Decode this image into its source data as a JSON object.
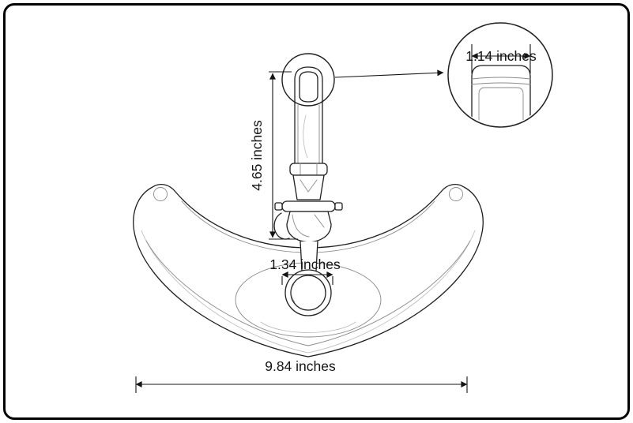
{
  "colors": {
    "background": "#ffffff",
    "frame_border": "#000000",
    "line_ink": "#1f1f1f",
    "dimension_ink": "#141414"
  },
  "labels": {
    "tip_width": "1.14 inches",
    "stem_height": "4.65 inches",
    "ring_diameter": "1.34 inches",
    "base_width": "9.84 inches"
  }
}
